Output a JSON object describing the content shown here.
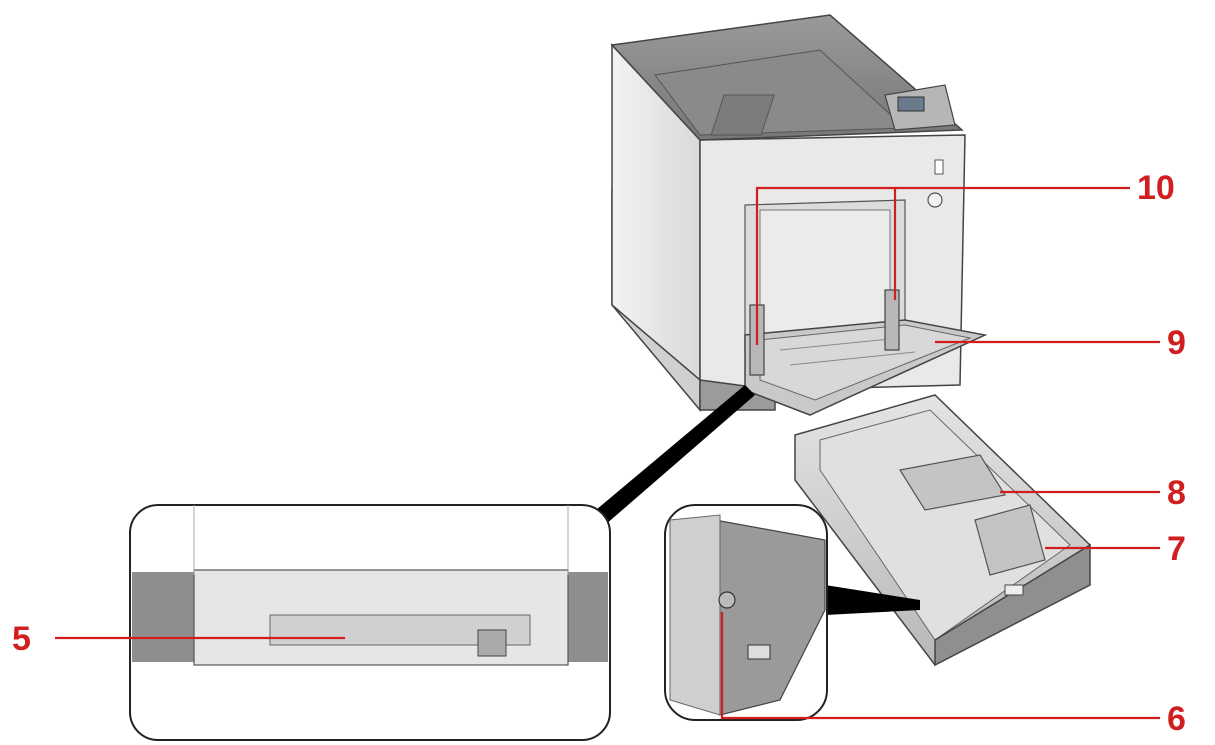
{
  "diagram": {
    "callouts": [
      {
        "id": "c5",
        "label": "5"
      },
      {
        "id": "c6",
        "label": "6"
      },
      {
        "id": "c7",
        "label": "7"
      },
      {
        "id": "c8",
        "label": "8"
      },
      {
        "id": "c9",
        "label": "9"
      },
      {
        "id": "c10",
        "label": "10"
      }
    ],
    "colors": {
      "callout": "#d11f1f",
      "leader": "#d11f1f",
      "outline": "#222222",
      "body_light": "#ececec",
      "body_mid": "#c9c9c9",
      "body_dark": "#8e8e8e",
      "tray": "#d4d4d4"
    },
    "icons": [
      "printer-illustration",
      "paper-cassette-illustration",
      "feed-slot-detail",
      "cassette-guide-detail",
      "multipurpose-tray"
    ]
  }
}
